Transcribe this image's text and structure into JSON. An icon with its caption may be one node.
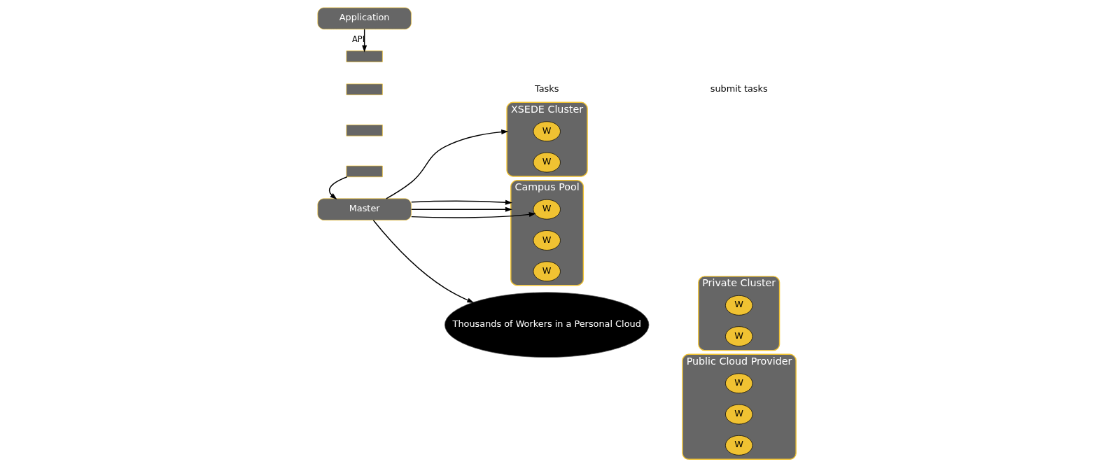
{
  "diagram": {
    "nodes": [
      {
        "text": [
          "Application"
        ]
      },
      {
        "text": [],
        "shape": "box"
      },
      {
        "text": [],
        "shape": "box"
      },
      {
        "text": [],
        "shape": "box"
      },
      {
        "text": [],
        "shape": "box"
      },
      {
        "text": [
          "Master"
        ]
      },
      {
        "text": [
          "XSEDE Cluster"
        ]
      },
      {
        "text": [
          "W"
        ],
        "in": 6
      },
      {
        "text": [
          "W"
        ],
        "in": 6
      },
      {
        "text": [
          "Private Cluster"
        ]
      },
      {
        "text": [
          "W"
        ],
        "in": 9
      },
      {
        "text": [
          "W"
        ],
        "in": 9
      },
      {
        "text": [
          "Campus Pool"
        ]
      },
      {
        "text": [
          "W"
        ],
        "in": 12
      },
      {
        "text": [
          "W"
        ],
        "in": 12
      },
      {
        "text": [
          "W"
        ],
        "in": 12
      },
      {
        "text": [
          "Public Cloud Provider"
        ]
      },
      {
        "text": [
          "W"
        ],
        "in": 16
      },
      {
        "text": [
          "W"
        ],
        "in": 16
      },
      {
        "text": [
          "W"
        ],
        "in": 16
      },
      {
        "text": [
          "Thousands of Workers in a Personal Cloud"
        ]
      }
    ],
    "edges": [
      {
        "from": 0,
        "to": 1,
        "arrow": "to",
        "label": "API"
      },
      {
        "from": 4,
        "to": 5,
        "arrow": "to"
      },
      {
        "from": 5,
        "to": 6,
        "arrow": "to"
      },
      {
        "from": 5,
        "to": 20,
        "arrow": "to"
      },
      {
        "from": 5,
        "to": 13,
        "arrow": "to"
      },
      {
        "from": 5,
        "to": 12,
        "arrow": "to"
      },
      {
        "from": 5,
        "to": 12,
        "arrow": "to"
      }
    ],
    "labels": [
      "Tasks",
      "submit tasks"
    ]
  }
}
